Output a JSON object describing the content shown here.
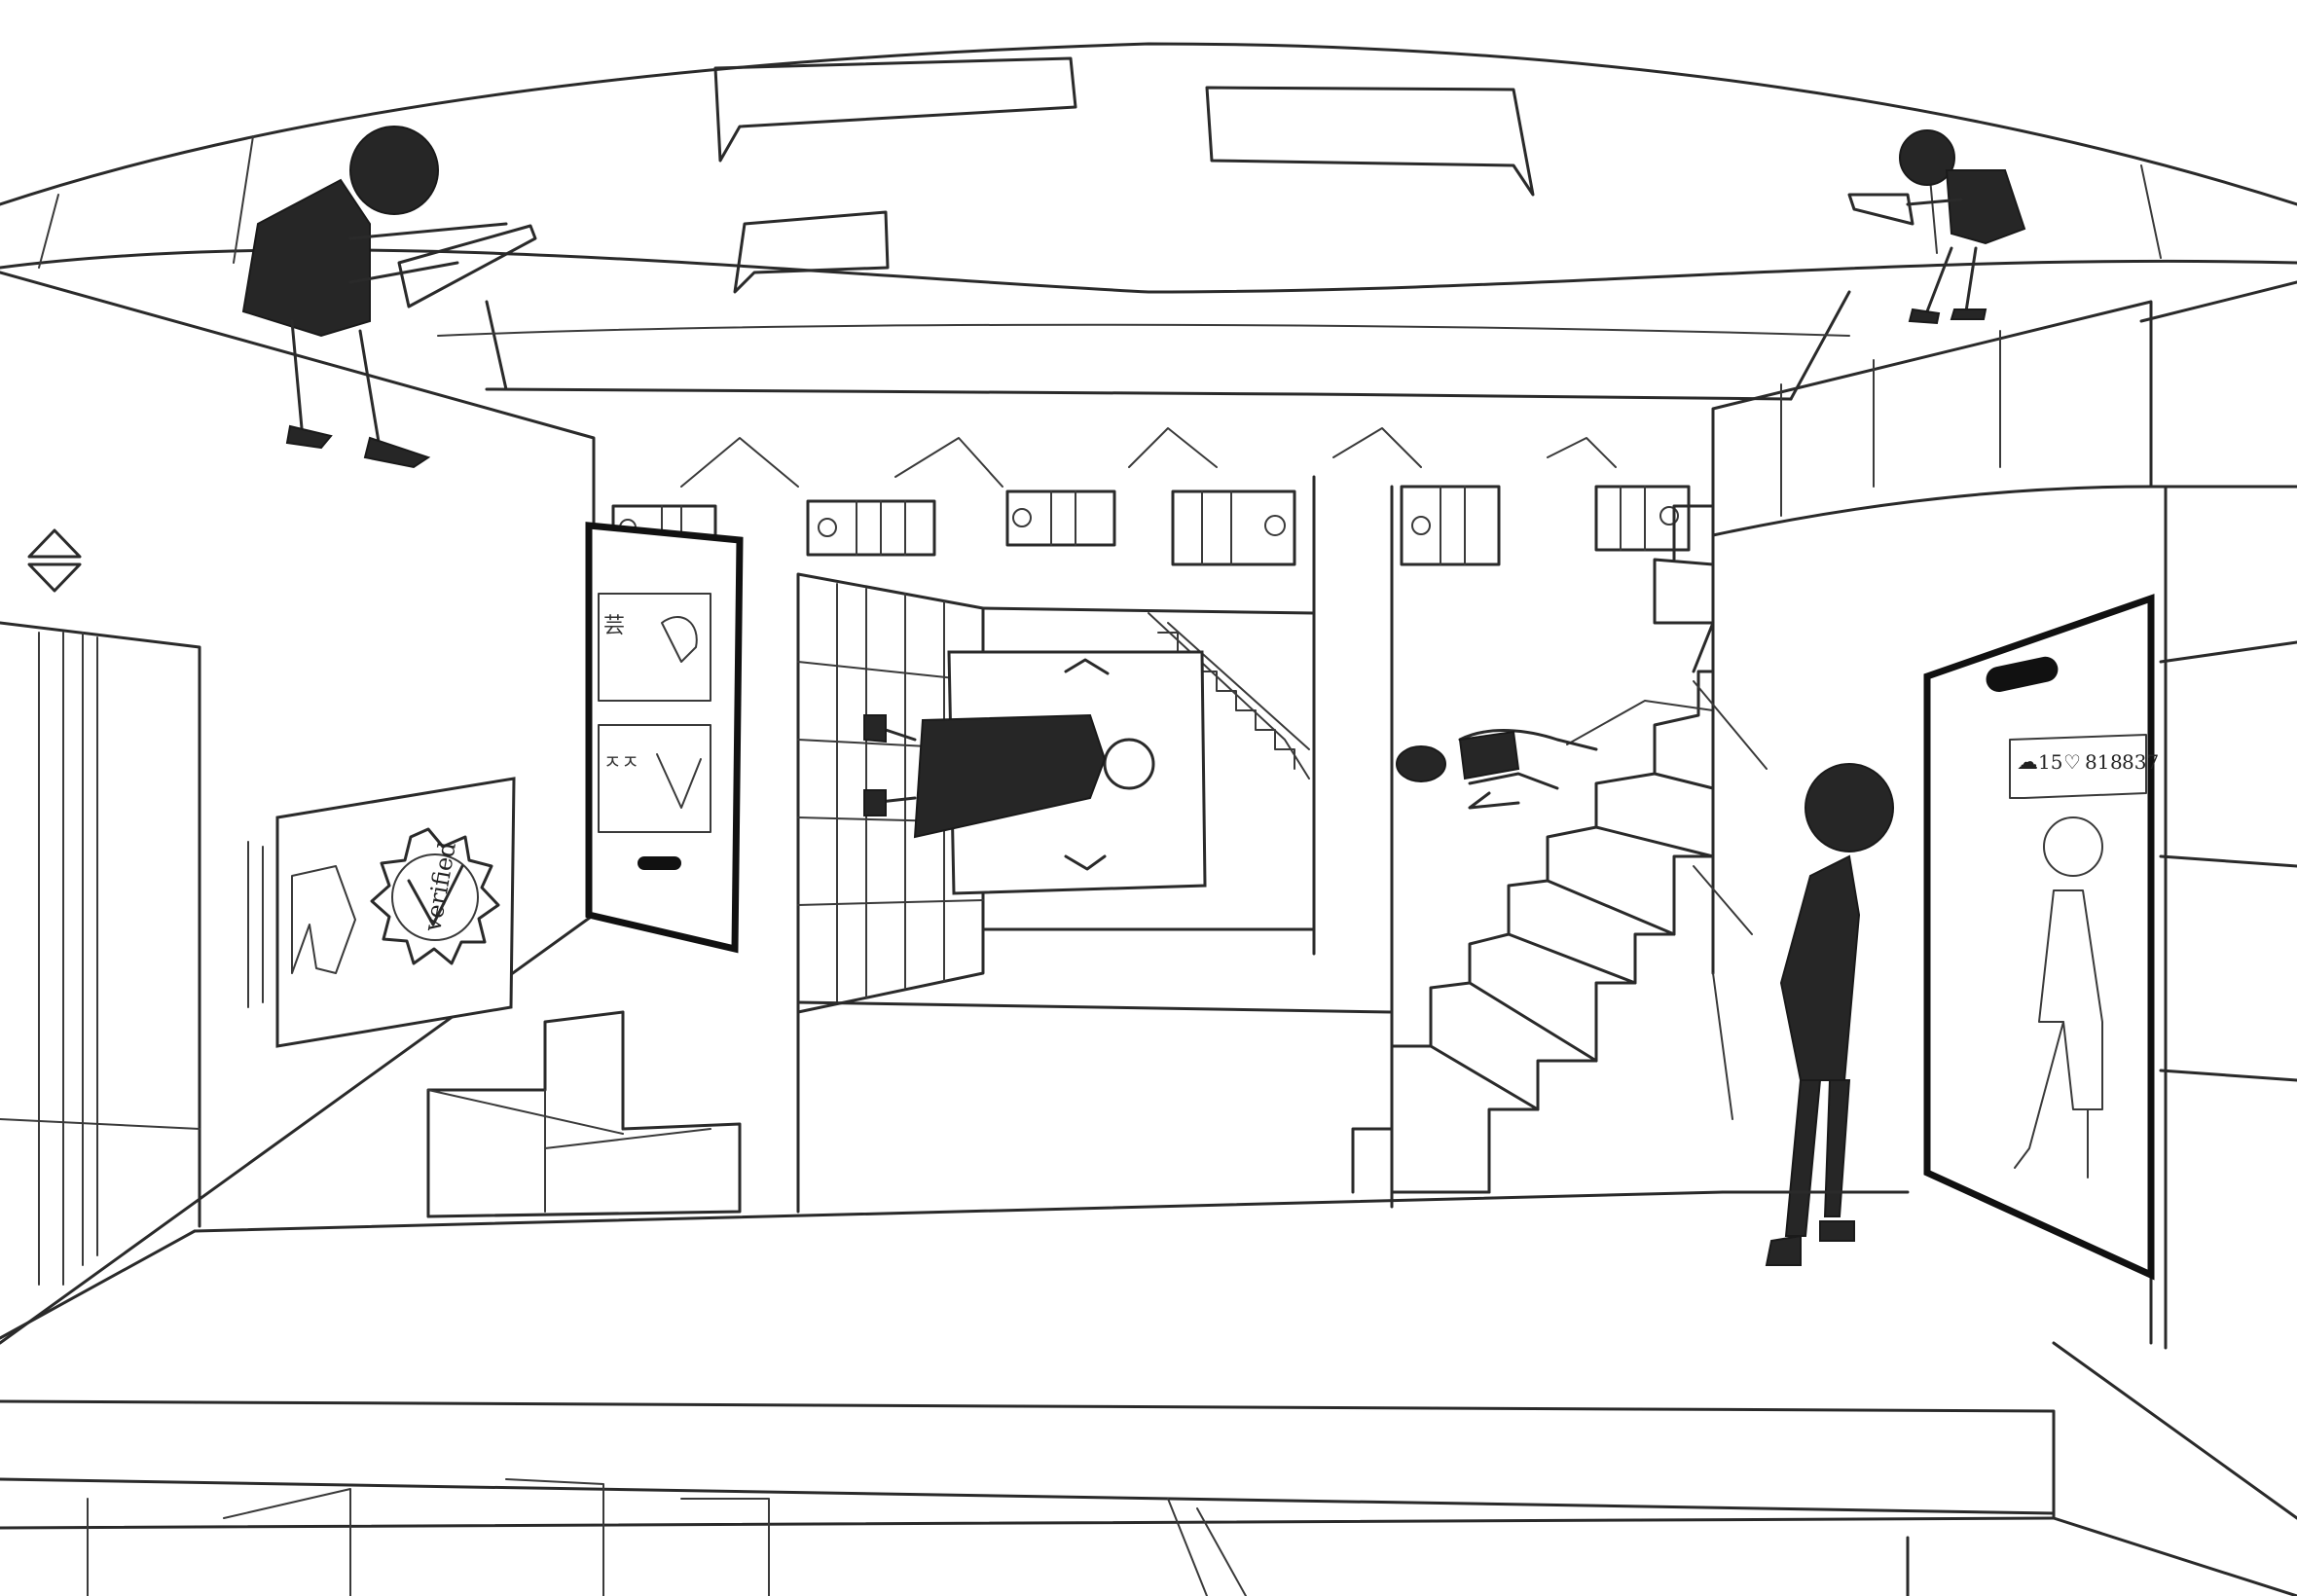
{
  "sign": {
    "badge": "verified"
  },
  "post_stats": {
    "comments": "15",
    "likes": "81",
    "views": "837"
  },
  "left_screen": {
    "row1": "芸",
    "row2": "ㅈㅈ"
  },
  "icons": {
    "elevator": "elevator-updown-icon",
    "scroll_up": "chevron-up-icon",
    "scroll_down": "chevron-down-icon",
    "comment": "comment-icon",
    "like": "heart-icon",
    "views": "views-icon"
  }
}
